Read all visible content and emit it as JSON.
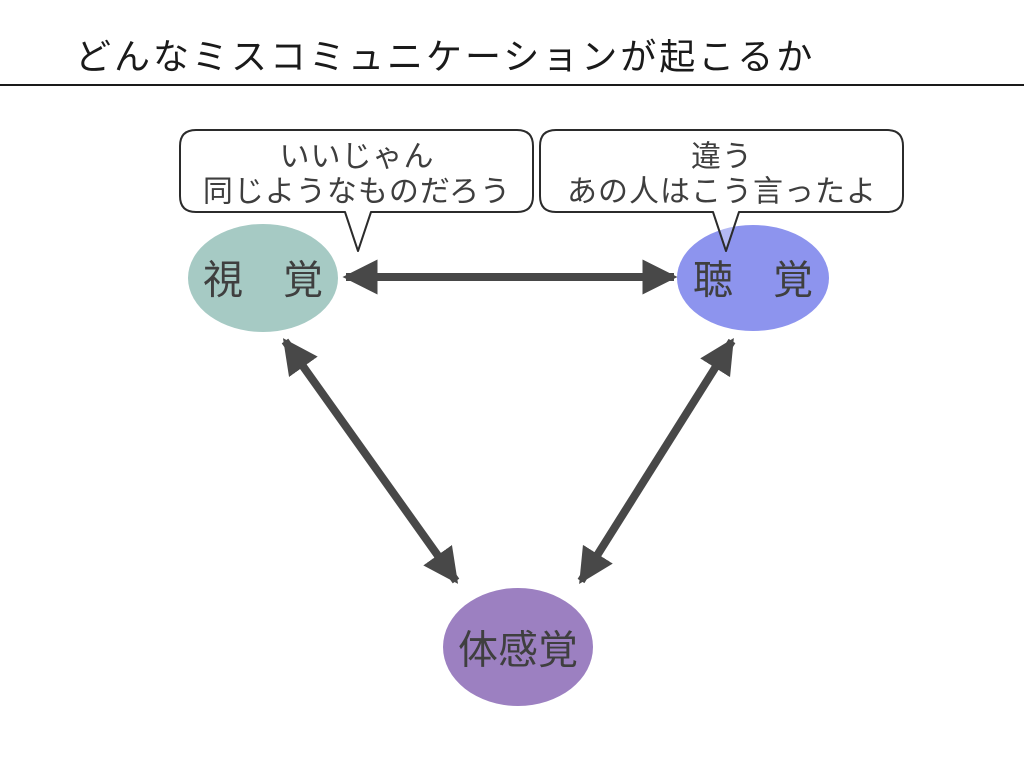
{
  "slide": {
    "title": "どんなミスコミュニケーションが起こるか",
    "background_color": "#ffffff",
    "title_color": "#1a1a1a"
  },
  "speech_bubbles": {
    "left": {
      "lines": [
        "いいじゃん",
        "同じようなものだろう"
      ],
      "points_to": "視覚"
    },
    "right": {
      "lines": [
        "違う",
        "あの人はこう言ったよ"
      ],
      "points_to": "聴覚"
    }
  },
  "nodes": {
    "visual": {
      "label": "視　覚",
      "fill": "#a6cac4"
    },
    "auditory": {
      "label": "聴　覚",
      "fill": "#8d94ee"
    },
    "kinesthetic": {
      "label": "体感覚",
      "fill": "#9c80c1"
    }
  },
  "arrows": {
    "color": "#484848",
    "connections": [
      "視覚 ↔ 聴覚",
      "視覚 ↔ 体感覚",
      "聴覚 ↔ 体感覚"
    ]
  }
}
